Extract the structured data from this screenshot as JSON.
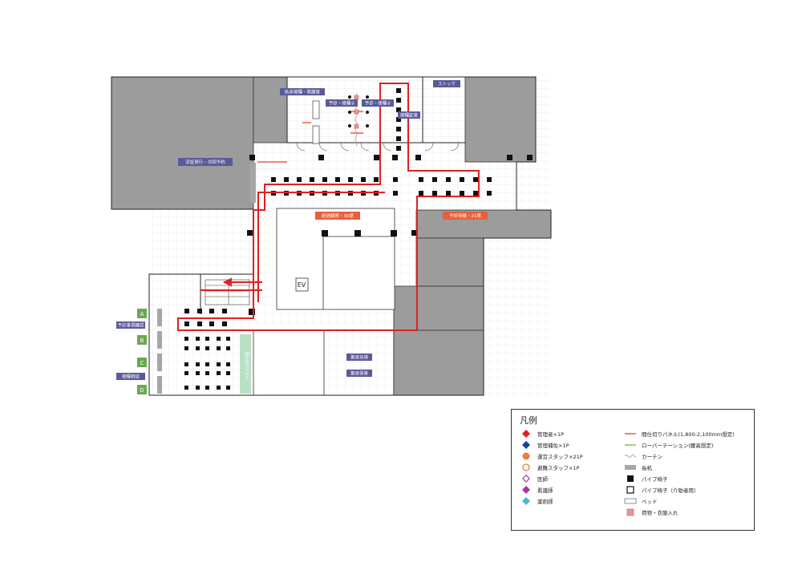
{
  "labels": {
    "doctor_exam_room": "臥床接種・救護室",
    "exam_booth_1": "予診・接種①",
    "exam_booth_2": "予診・接種②",
    "vaccination_confirm": "接種証室",
    "stock": "ストック",
    "cert_issue": "済証発行・次回予約",
    "observation": "経過観察・30席",
    "prescreen_wait": "予診待機・21席",
    "prescreen_confirm": "予診事項確認",
    "vaccination_record": "接種相談",
    "partition_label": "間仕切りパネル",
    "vaccine_dilution": "薬液充填",
    "vaccine_storage": "薬液保管",
    "ev": "EV"
  },
  "entrances": [
    "A",
    "B",
    "C",
    "D"
  ],
  "colors": {
    "label_bg": "#5a5a9a",
    "red_route": "#e02020",
    "orange_label": "#e8603a",
    "green": "#6aa84f",
    "dark_block": "#9a9a9a"
  },
  "legend": {
    "title": "凡例",
    "left_items": [
      {
        "icon": "red-diamond-icon",
        "label": "管理者×1P"
      },
      {
        "icon": "blue-diamond-icon",
        "label": "管理補佐×1P"
      },
      {
        "icon": "orange-circle-icon",
        "label": "運営スタッフ×21P"
      },
      {
        "icon": "orange-ring-icon",
        "label": "避難スタッフ×1P"
      },
      {
        "icon": "purple-outline-diamond-icon",
        "label": "医師"
      },
      {
        "icon": "magenta-diamond-icon",
        "label": "看護師"
      },
      {
        "icon": "cyan-diamond-icon",
        "label": "薬剤師"
      }
    ],
    "right_items": [
      {
        "icon": "orange-line-icon",
        "label": "間仕切りパネル(1,800-2,100mm想定)"
      },
      {
        "icon": "green-line-icon",
        "label": "ローパーテーション(腰高想定)"
      },
      {
        "icon": "wavy-line-icon",
        "label": "カーテン"
      },
      {
        "icon": "gray-bench-icon",
        "label": "長机"
      },
      {
        "icon": "black-square-icon",
        "label": "パイプ椅子"
      },
      {
        "icon": "white-square-icon",
        "label": "パイプ椅子（介助者用）"
      },
      {
        "icon": "bed-icon",
        "label": "ベッド"
      },
      {
        "icon": "pink-box-icon",
        "label": "荷物・衣服入れ"
      }
    ]
  }
}
